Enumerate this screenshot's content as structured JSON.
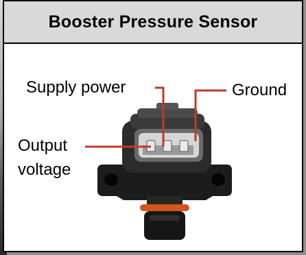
{
  "header": {
    "title": "Booster Pressure Sensor"
  },
  "labels": {
    "supply_power": "Supply power",
    "ground": "Ground",
    "output_voltage_line1": "Output",
    "output_voltage_line2": "voltage"
  },
  "colors": {
    "header_bg": "#d9d9d9",
    "leader_lines": "#c0392b",
    "sensor_body": "#1a1a1a",
    "o_ring": "#d2561c"
  }
}
